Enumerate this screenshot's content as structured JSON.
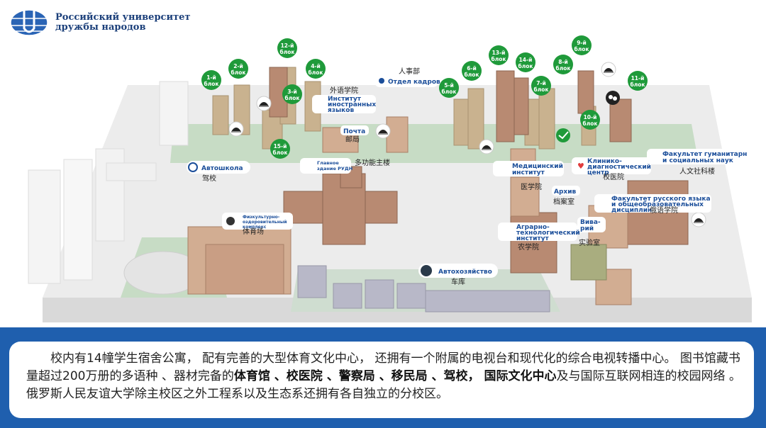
{
  "header": {
    "university_name_line1": "Российский университет",
    "university_name_line2": "дружбы народов"
  },
  "blocks": {
    "b1": [
      "1-й",
      "блок"
    ],
    "b2": [
      "2-й",
      "блок"
    ],
    "b3": [
      "3-й",
      "блок"
    ],
    "b4": [
      "4-й",
      "блок"
    ],
    "b5": [
      "5-й",
      "блок"
    ],
    "b6": [
      "6-й",
      "блок"
    ],
    "b7": [
      "7-й",
      "блок"
    ],
    "b8": [
      "8-й",
      "блок"
    ],
    "b9": [
      "9-й",
      "блок"
    ],
    "b10": [
      "10-й",
      "блок"
    ],
    "b11": [
      "11-й",
      "блок"
    ],
    "b12": [
      "12-й",
      "блок"
    ],
    "b13": [
      "13-й",
      "блок"
    ],
    "b14": [
      "14-й",
      "блок"
    ],
    "b15": [
      "15-й",
      "блок"
    ]
  },
  "places": {
    "hr": {
      "ru": "Отдел кадров",
      "cn": "人事部"
    },
    "languages": {
      "ru": [
        "Институт",
        "иностранных",
        "языков"
      ],
      "cn": "外语学院"
    },
    "post": {
      "ru": "Почта",
      "cn": "邮局"
    },
    "main": {
      "ru": [
        "Главное",
        "здание РУДН"
      ],
      "cn": "多功能主楼"
    },
    "driving": {
      "ru": "Автошкола",
      "cn": "驾校"
    },
    "sport": {
      "ru": [
        "Физкультурно-",
        "оздоровительный",
        "комплекс"
      ],
      "cn": "体育场"
    },
    "medical": {
      "ru": [
        "Медицинский",
        "институт"
      ],
      "cn": "医学院"
    },
    "clinic": {
      "ru": [
        "Клинико-",
        "диагностический",
        "центр"
      ],
      "cn": "校医院"
    },
    "archive": {
      "ru": "Архив",
      "cn": "档案室"
    },
    "humanities": {
      "ru": [
        "Факультет гуманитарн",
        "и социальных наук"
      ],
      "cn": "人文社科楼"
    },
    "russian": {
      "ru": [
        "Факультет русского языка",
        "и общеобразовательных",
        "дисциплин"
      ],
      "cn": "俄语学院"
    },
    "vivarium": {
      "ru": [
        "Вива-",
        "рий"
      ],
      "cn": "实验室"
    },
    "agro": {
      "ru": [
        "Аграрно-",
        "технологический",
        "институт"
      ],
      "cn": "农学院"
    },
    "garage": {
      "ru": "Автохозяйство",
      "cn": "车库"
    }
  },
  "caption": {
    "part1": "校内有14幢学生宿舍公寓， 配有完善的大型体育文化中心， 还拥有一个附属的电视台和现代化的综合电视转播中心。 图书馆藏书量超过200万册的多语种 、器材完备的",
    "bold": "体育馆 、校医院 、警察局 、移民局 、驾校， 国际文化中心",
    "part2": "及与国际互联网相连的校园网络 。俄罗斯人民友谊大学除主校区之外工程系以及生态系还拥有各自独立的分校区。"
  },
  "colors": {
    "accent": "#1f5fae",
    "block_green": "#1f9a3a",
    "building_brown": "#b88a72",
    "dorm_tan": "#c9b28f"
  }
}
